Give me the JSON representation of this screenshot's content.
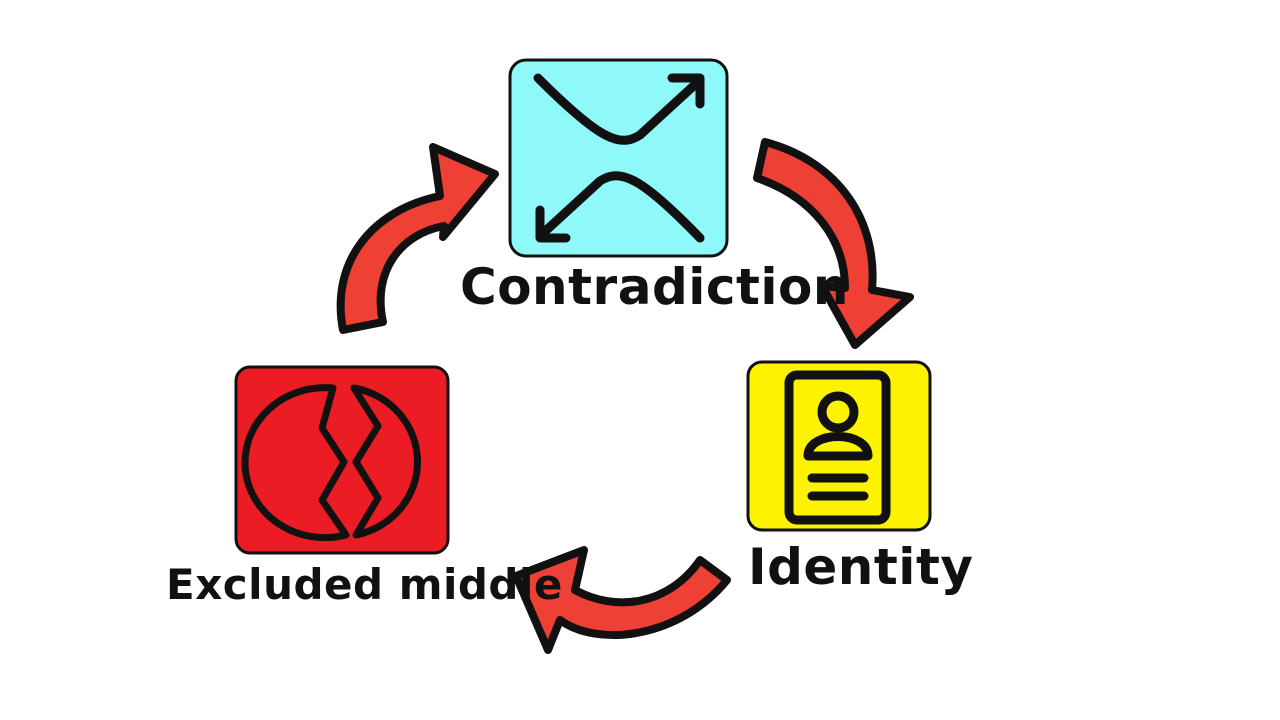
{
  "nodes": {
    "contradiction": {
      "label": "Contradiction",
      "icon": "crossing-arrows-icon",
      "color": "#8ff9f9"
    },
    "identity": {
      "label": "Identity",
      "icon": "id-card-icon",
      "color": "#fdf200"
    },
    "excluded_middle": {
      "label": "Excluded middle",
      "icon": "broken-circle-icon",
      "color": "#ec1c24"
    }
  },
  "arrow_color": "#ee4035",
  "outline_color": "#111111"
}
